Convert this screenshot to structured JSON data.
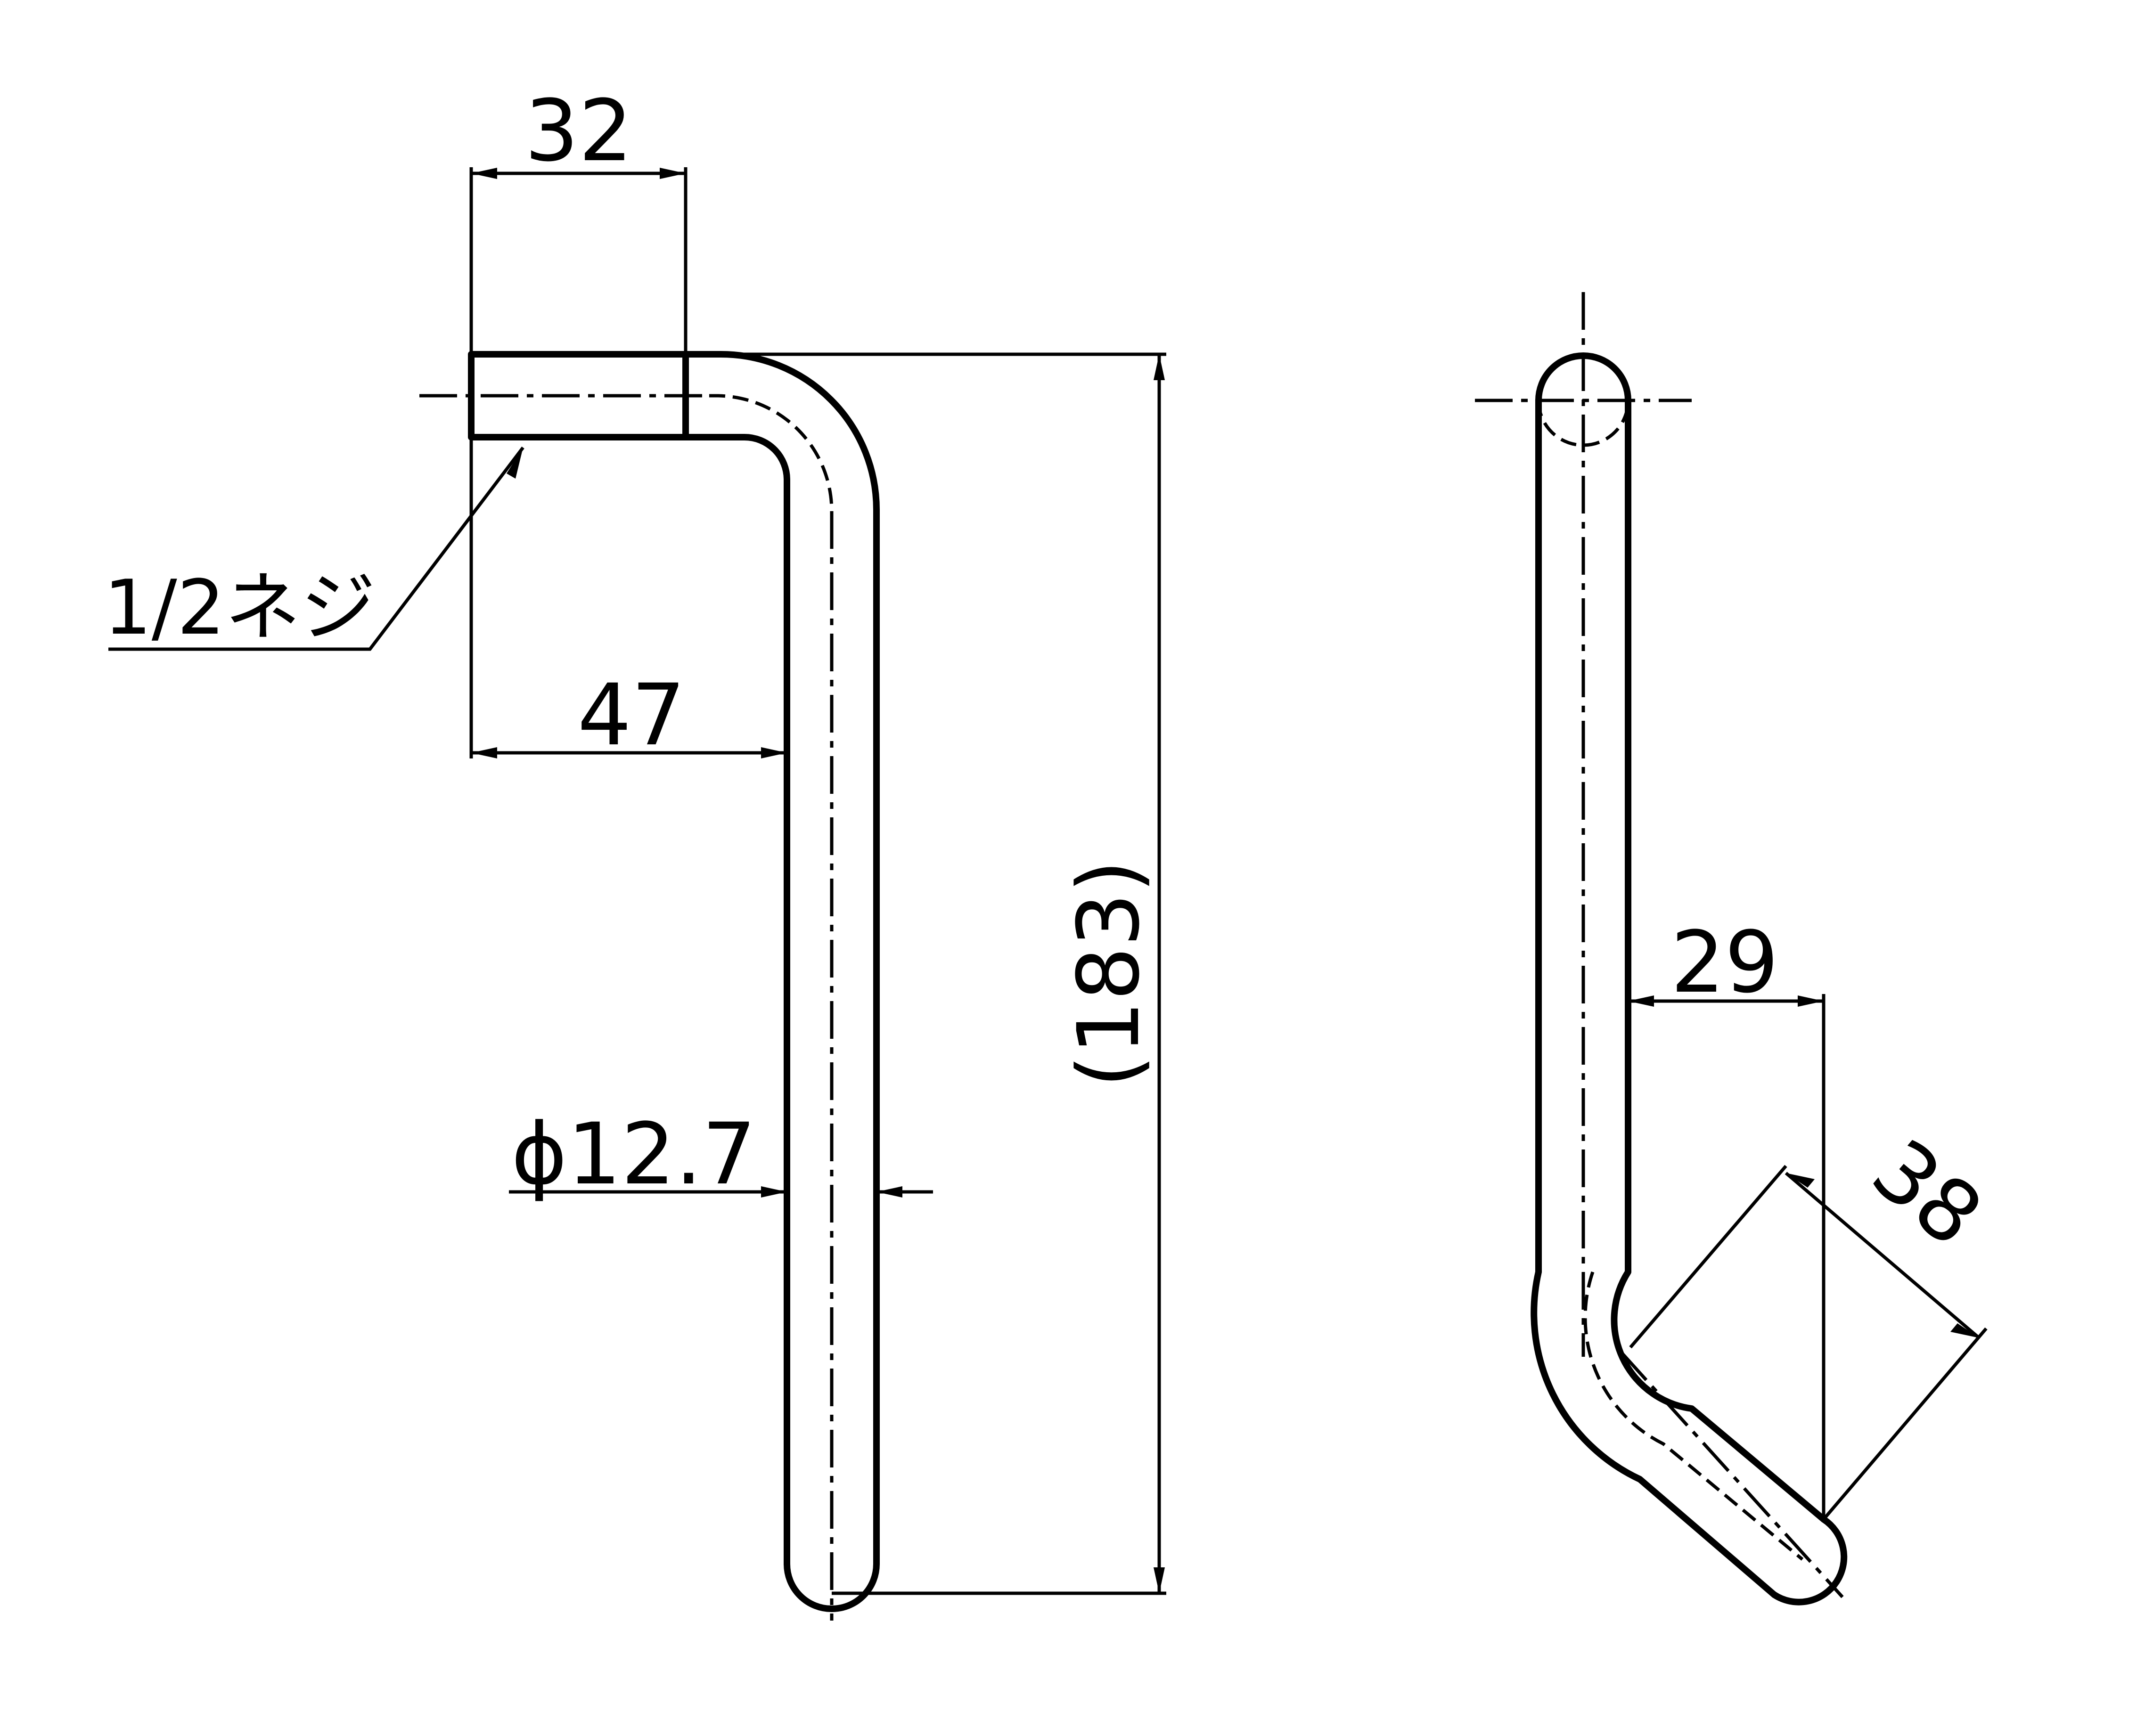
{
  "dimensions": {
    "thread_length": "32",
    "offset_47": "47",
    "overall_height": "(183)",
    "diameter": "ϕ12.7",
    "side_offset": "29",
    "bend_length": "38"
  },
  "notes": {
    "thread_spec": "1/2ネジ"
  }
}
